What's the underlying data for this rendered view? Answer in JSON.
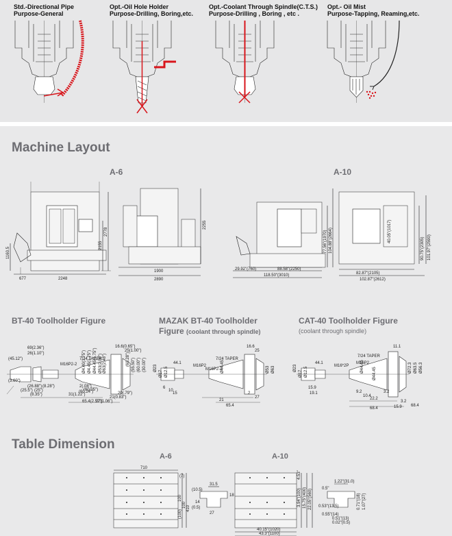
{
  "coolant_options": [
    {
      "line1": "Std.-Directional Pipe",
      "line2": "Purpose-General"
    },
    {
      "line1": "Opt.-Oil Hole Holder",
      "line2": "Purpose-Drilling, Boring,etc."
    },
    {
      "line1": "Opt.-Coolant Through Spindle(C.T.S.)",
      "line2": "Purpose-Drilling , Boring , etc ."
    },
    {
      "line1": "Opt.- Oil Mist",
      "line2": "Purpose-Tapping, Reaming,etc."
    }
  ],
  "machine_layout": {
    "title": "Machine Layout",
    "a6": {
      "label": "A-6",
      "dims": {
        "height_low": "1160.5",
        "height_mid": "2155",
        "height_total": "2778",
        "left": "677",
        "width": "2248",
        "side_height": "2255",
        "side_depth": "1900",
        "side_total": "2890"
      }
    },
    "a10": {
      "label": "A-10",
      "dims": {
        "h1": "77.56\"(1970)",
        "h2": "104.88\"(2664)",
        "w_left": "29.92\"(760)",
        "w_main": "88.58\"(2250)",
        "w_total": "118.50\"(3010)",
        "side_inner": "90.75\"(2305)",
        "side_total_h": "101.97\"(2590)",
        "side_d1": "82.87\"(2105)",
        "side_d2": "102.87\"(2612)",
        "side_label": "40.05\"(1017)"
      }
    }
  },
  "toolholders": {
    "bt40": {
      "title": "BT-40 Toolholder Figure",
      "dims": [
        "69(2.36\")",
        "26(1.10\")",
        "(45.12\")",
        "(3.60\")",
        "M16P2-2",
        "7/24 TAPER",
        "16.6(0.65\")",
        "25(1.00\")",
        "(60.28\")",
        "(55.50\")",
        "(60.00\")",
        "(30.00\")",
        "Ø4.40(1.75\")",
        "Ø4.45(1.75\")",
        "Ø44.45(1.75\")",
        "Ø53(2.09\")",
        "Ø63(2.48\")",
        "2(.08\")",
        "(60.24\")",
        "(60.05\")",
        "31(1.22\")",
        "21(0.83\")",
        "20(.79\")",
        "65.4(2.57\")",
        "27(1.06\")",
        "(26.88\")",
        "(25.5\")",
        "(25\")",
        "(8.28\")",
        "(8.35\")"
      ]
    },
    "mazak": {
      "title": "MAZAK BT-40 Toolholder",
      "title2": "Figure",
      "note": "(coolant through spindle)",
      "dims": [
        "44.1",
        "M16P2",
        "Ø23",
        "Ø17",
        "Ø12.5",
        "6",
        "10",
        "15",
        "7/24 TAPER",
        "M16P2-2",
        "Ø44.45",
        "16.6",
        "25",
        "Ø53",
        "Ø63",
        "2",
        "27",
        "21",
        "65.4"
      ]
    },
    "cat40": {
      "title": "CAT-40 Toolholder Figure",
      "note": "(coolant through spindle)",
      "dims": [
        "44.1",
        "M16*2P",
        "Ø23",
        "Ø17",
        "Ø12.5",
        "7/24 TAPER",
        "M16P2",
        "Ø44.45",
        "15.9",
        "19.1",
        "11.1",
        "3.2",
        "Ø72.3",
        "Ø63.5",
        "Ø56.3",
        "3.2",
        "9.2",
        "10.4",
        "22.2",
        "68.4",
        "15.9",
        "Ø44.45",
        "68.4"
      ]
    }
  },
  "table_dimension": {
    "title": "Table Dimension",
    "a6": {
      "label": "A-6",
      "dims": [
        "710",
        "(7)",
        "100",
        "(100)",
        "100",
        "410",
        "31.5",
        "18",
        "14",
        "(10.5)",
        "27",
        "(0.5)"
      ]
    },
    "a10": {
      "label": "A-10",
      "dims": [
        "4.53\"",
        "3.94\"(100)",
        "15.75\"(400)",
        "22.05\"(560)",
        "40.15\"(1020)",
        "43.3\"(1100)",
        "0.53\"(13.5)",
        "0.5\"",
        "1.22\"(31.0)",
        "0.71\"(18)",
        "1.07\"(27)",
        "0.55\"(14)",
        "0.51\"(13)",
        "0.02\"(0.5)"
      ]
    }
  },
  "colors": {
    "red": "#d8151b",
    "section_gray": "#6d6d72",
    "background": "#e9e9ea"
  }
}
